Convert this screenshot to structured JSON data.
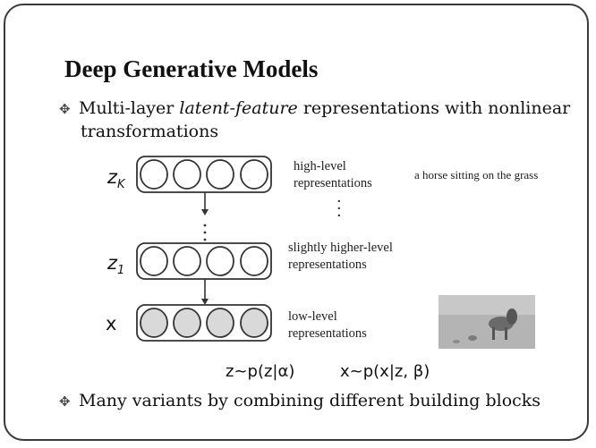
{
  "slide": {
    "title": "Deep Generative Models",
    "bullet1": {
      "prefix": "Multi-layer ",
      "italic": "latent-feature",
      "suffix": " representations with nonlinear",
      "line2": "transformations"
    },
    "bullet2": "Many variants by combining different building blocks",
    "diagram": {
      "layers": [
        {
          "var_main": "z",
          "var_sub": "K",
          "label_lines": [
            "high-level",
            "representations"
          ],
          "shaded": false
        },
        {
          "var_main": "z",
          "var_sub": "1",
          "label_lines": [
            "slightly higher-level",
            "representations"
          ],
          "shaded": false
        },
        {
          "var_main": "x",
          "var_sub": "",
          "label_lines": [
            "low-level",
            "representations"
          ],
          "shaded": true
        }
      ],
      "caption": "a horse sitting on the grass",
      "formula_left": "z~p(z|α)",
      "formula_right": "x~p(x|z, β)"
    },
    "colors": {
      "node_stroke": "#333333",
      "node_shaded": "#d9d9d9",
      "border": "#3a3a3a"
    }
  }
}
